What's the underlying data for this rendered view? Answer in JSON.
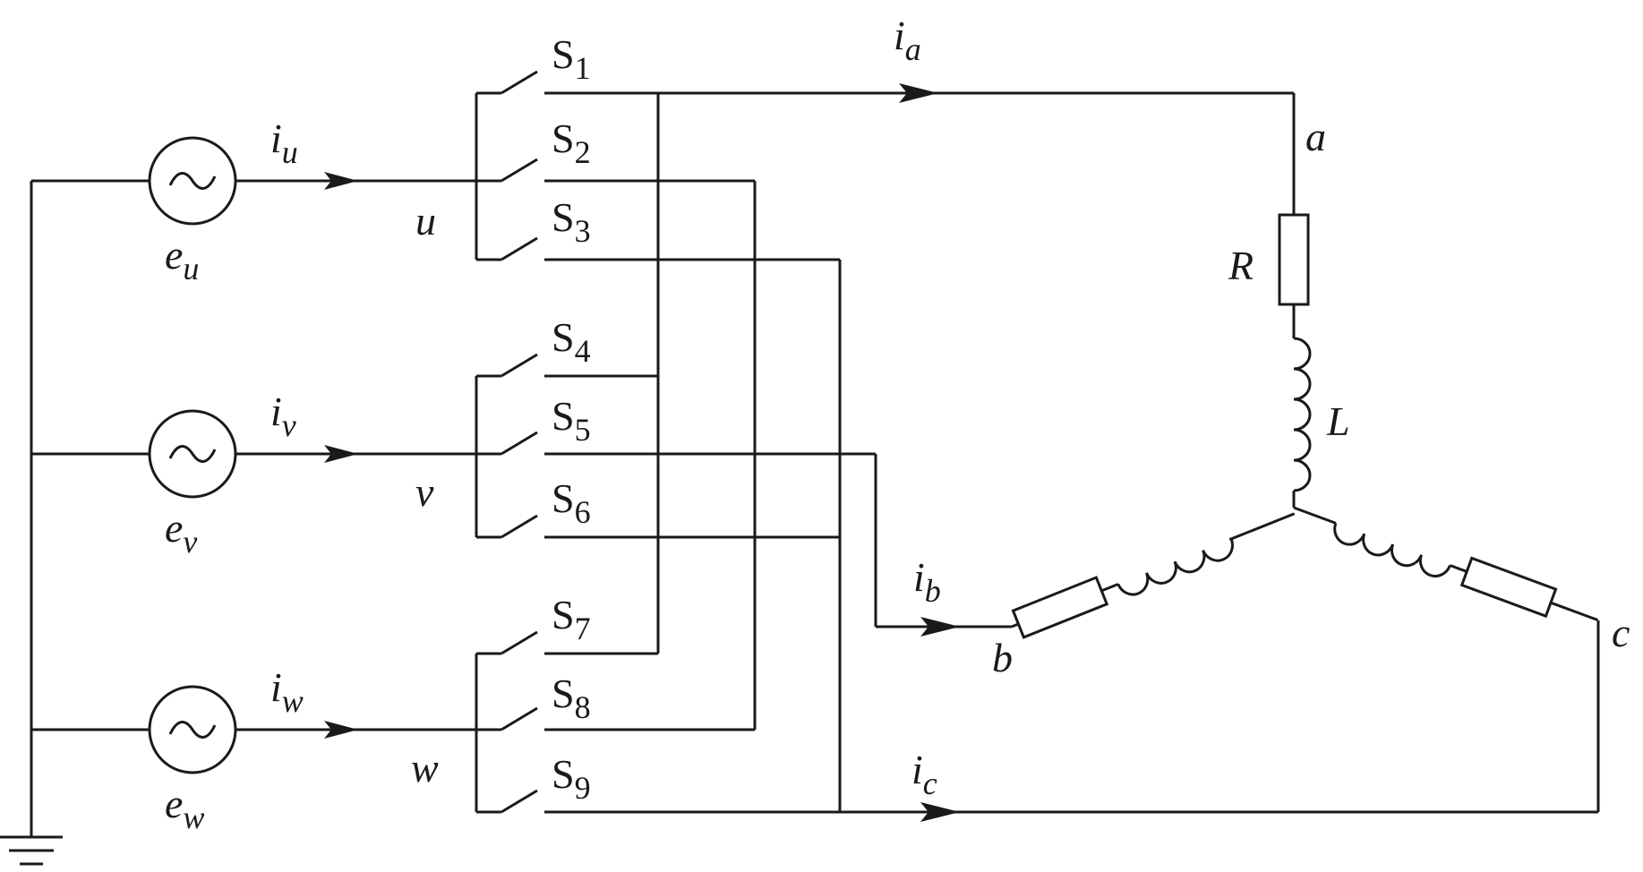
{
  "sources": [
    {
      "id": "u",
      "emf_main": "e",
      "emf_sub": "u",
      "cur_main": "i",
      "cur_sub": "u",
      "node": "u"
    },
    {
      "id": "v",
      "emf_main": "e",
      "emf_sub": "v",
      "cur_main": "i",
      "cur_sub": "v",
      "node": "v"
    },
    {
      "id": "w",
      "emf_main": "e",
      "emf_sub": "w",
      "cur_main": "i",
      "cur_sub": "w",
      "node": "w"
    }
  ],
  "source_symbol": "~",
  "switches": [
    {
      "main": "S",
      "sub": "1"
    },
    {
      "main": "S",
      "sub": "2"
    },
    {
      "main": "S",
      "sub": "3"
    },
    {
      "main": "S",
      "sub": "4"
    },
    {
      "main": "S",
      "sub": "5"
    },
    {
      "main": "S",
      "sub": "6"
    },
    {
      "main": "S",
      "sub": "7"
    },
    {
      "main": "S",
      "sub": "8"
    },
    {
      "main": "S",
      "sub": "9"
    }
  ],
  "load": {
    "terminals": [
      "a",
      "b",
      "c"
    ],
    "resistor_label": "R",
    "inductor_label": "L"
  },
  "load_currents": [
    {
      "main": "i",
      "sub": "a"
    },
    {
      "main": "i",
      "sub": "b"
    },
    {
      "main": "i",
      "sub": "c"
    }
  ]
}
